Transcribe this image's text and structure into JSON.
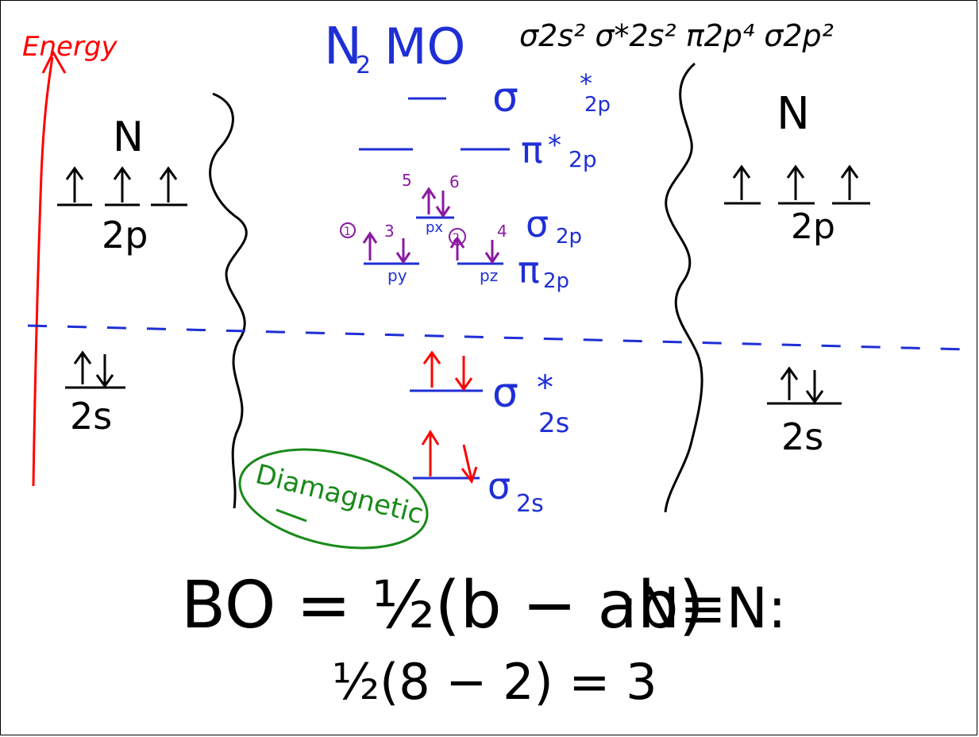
{
  "colors": {
    "ink": "#000000",
    "blue": "#1f2fd6",
    "red": "#ff0000",
    "purple": "#8a1aa0",
    "green": "#1a8a1a"
  },
  "energy_axis": {
    "label": "Energy"
  },
  "title": {
    "molecule": "N",
    "molecule_sub": "2",
    "method": "MO",
    "configuration": "σ2s² σ*2s² π2p⁴ σ2p²"
  },
  "left_atom": {
    "symbol": "N",
    "valence_2p_label": "2p",
    "valence_2s_label": "2s",
    "arrows_2p": "↿ ↿ ↿",
    "arrows_2s": "↿⇂"
  },
  "right_atom": {
    "symbol": "N",
    "valence_2p_label": "2p",
    "valence_2s_label": "2s",
    "arrows_2p": "↿ ↿ ↿",
    "arrows_2s": "↿⇂"
  },
  "molecular_orbitals": {
    "sigma_star_2p": {
      "label": "σ",
      "sup": "*",
      "sub": "2p"
    },
    "pi_star_2p": {
      "label": "π",
      "sup": "*",
      "sub": "2p"
    },
    "sigma_2p": {
      "label": "σ",
      "sub": "2p",
      "orbital_tag": "px",
      "fill_order": [
        "5",
        "6"
      ]
    },
    "pi_2p": {
      "label": "π",
      "sub": "2p",
      "tags": [
        "py",
        "pz"
      ],
      "fill_order": [
        "1",
        "3",
        "2",
        "4"
      ]
    },
    "sigma_star_2s": {
      "label": "σ",
      "sup": "*",
      "sub": "2s"
    },
    "sigma_2s": {
      "label": "σ",
      "sub": "2s"
    }
  },
  "annotation": {
    "text": "Diamagnetic"
  },
  "bond_order": {
    "formula": "BO = ½(b − ab)",
    "calc": "½(8 − 2) = 3",
    "lewis_structure": ":N≡N:"
  }
}
